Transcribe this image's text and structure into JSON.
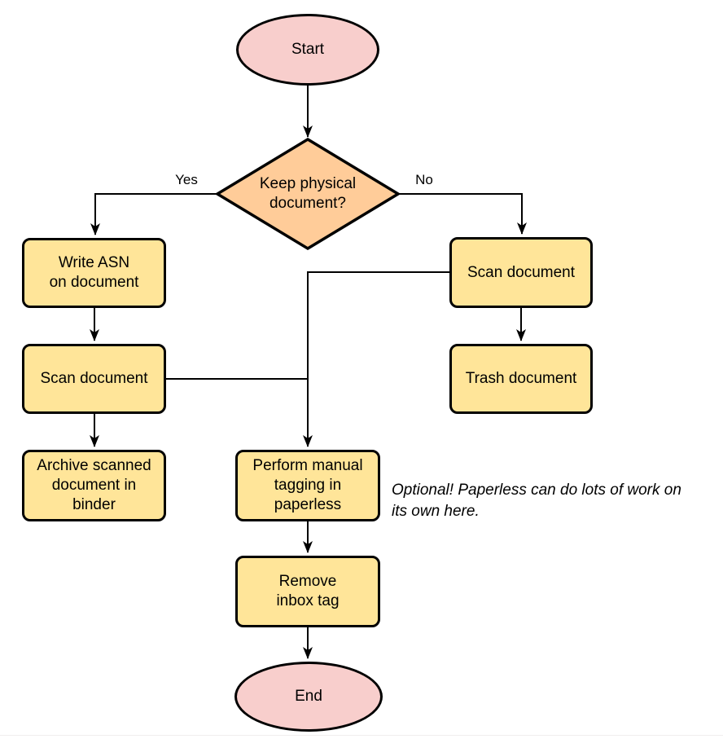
{
  "diagram": {
    "type": "flowchart",
    "colors": {
      "terminator_fill": "#f8cecc",
      "decision_fill": "#ffcc99",
      "process_fill": "#ffe599",
      "stroke": "#000000",
      "background": "#ffffff"
    },
    "nodes": {
      "start": {
        "shape": "terminator",
        "label": "Start"
      },
      "decision_keep_physical": {
        "shape": "decision",
        "label": "Keep physical\ndocument?"
      },
      "write_asn": {
        "shape": "process",
        "label": "Write ASN\non document"
      },
      "scan_document_left": {
        "shape": "process",
        "label": "Scan document"
      },
      "archive_binder": {
        "shape": "process",
        "label": "Archive scanned\ndocument in\nbinder"
      },
      "scan_document_right": {
        "shape": "process",
        "label": "Scan document"
      },
      "trash_document": {
        "shape": "process",
        "label": "Trash document"
      },
      "manual_tagging": {
        "shape": "process",
        "label": "Perform manual\ntagging in\npaperless"
      },
      "remove_inbox_tag": {
        "shape": "process",
        "label": "Remove\ninbox tag"
      },
      "end": {
        "shape": "terminator",
        "label": "End"
      }
    },
    "edge_labels": {
      "yes": "Yes",
      "no": "No"
    },
    "edges": [
      {
        "from": "start",
        "to": "decision_keep_physical",
        "label": ""
      },
      {
        "from": "decision_keep_physical",
        "to": "write_asn",
        "label": "Yes"
      },
      {
        "from": "decision_keep_physical",
        "to": "scan_document_right",
        "label": "No"
      },
      {
        "from": "write_asn",
        "to": "scan_document_left",
        "label": ""
      },
      {
        "from": "scan_document_left",
        "to": "archive_binder",
        "label": ""
      },
      {
        "from": "scan_document_left",
        "to": "manual_tagging",
        "label": ""
      },
      {
        "from": "scan_document_right",
        "to": "trash_document",
        "label": ""
      },
      {
        "from": "scan_document_right",
        "to": "manual_tagging",
        "label": ""
      },
      {
        "from": "manual_tagging",
        "to": "remove_inbox_tag",
        "label": ""
      },
      {
        "from": "remove_inbox_tag",
        "to": "end",
        "label": ""
      }
    ],
    "annotation": "Optional! Paperless can do lots of work on\nits own here."
  }
}
